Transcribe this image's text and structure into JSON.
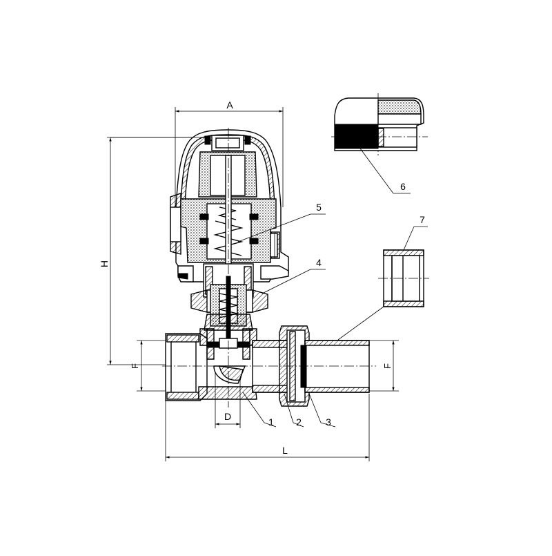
{
  "drawing": {
    "dimensions": {
      "A": "A",
      "H": "H",
      "F_left": "F",
      "F_right": "F",
      "D": "D",
      "L": "L"
    },
    "callouts": [
      "1",
      "2",
      "3",
      "4",
      "5",
      "6",
      "7"
    ]
  },
  "colors": {
    "ink": "#000000",
    "paper": "#ffffff"
  }
}
